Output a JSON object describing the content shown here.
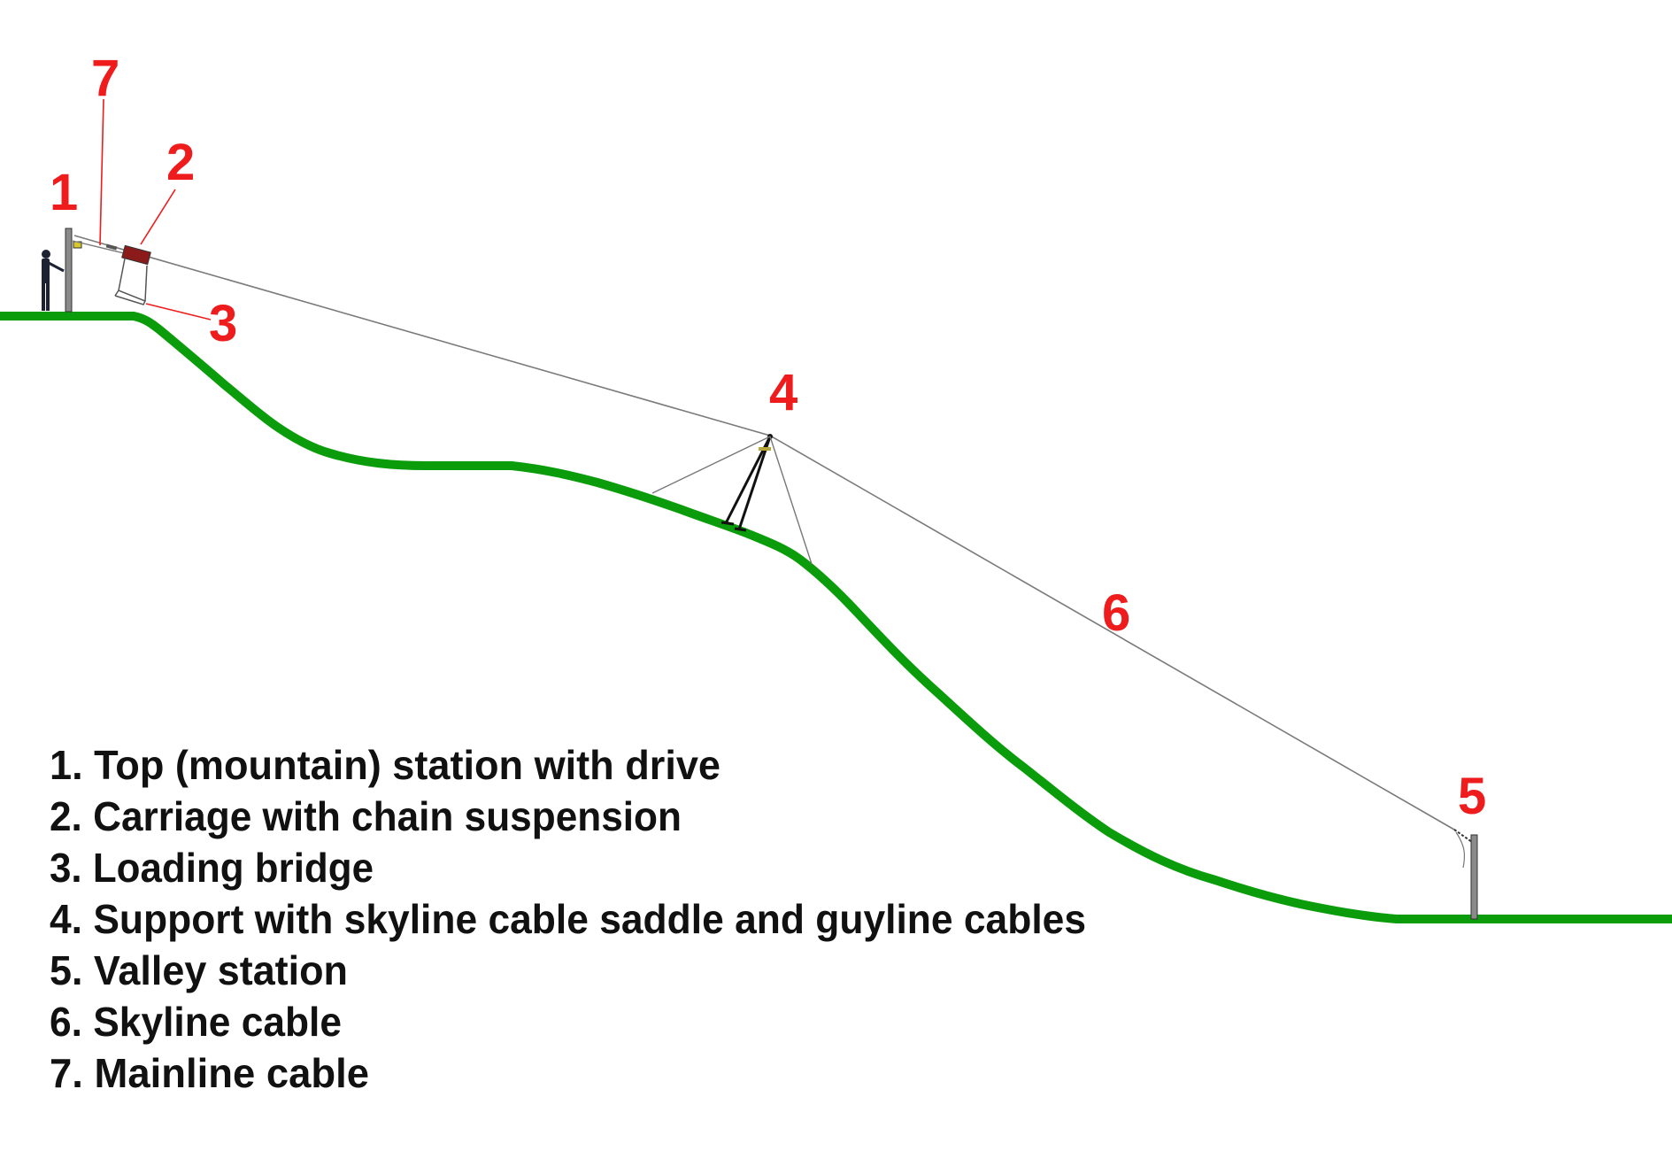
{
  "diagram": {
    "colors": {
      "terrain": "#0a9c0a",
      "label_numbers": "#ee1c1c",
      "cable": "#7a7a7a",
      "legend_text": "#111111"
    },
    "callouts": [
      {
        "id": "1",
        "text": "1"
      },
      {
        "id": "2",
        "text": "2"
      },
      {
        "id": "3",
        "text": "3"
      },
      {
        "id": "4",
        "text": "4"
      },
      {
        "id": "5",
        "text": "5"
      },
      {
        "id": "6",
        "text": "6"
      },
      {
        "id": "7",
        "text": "7"
      }
    ],
    "legend": [
      "1. Top (mountain) station with drive",
      "2. Carriage with chain suspension",
      "3. Loading bridge",
      "4. Support with skyline cable saddle and guyline cables",
      "5. Valley station",
      "6. Skyline cable",
      "7. Mainline cable"
    ]
  }
}
